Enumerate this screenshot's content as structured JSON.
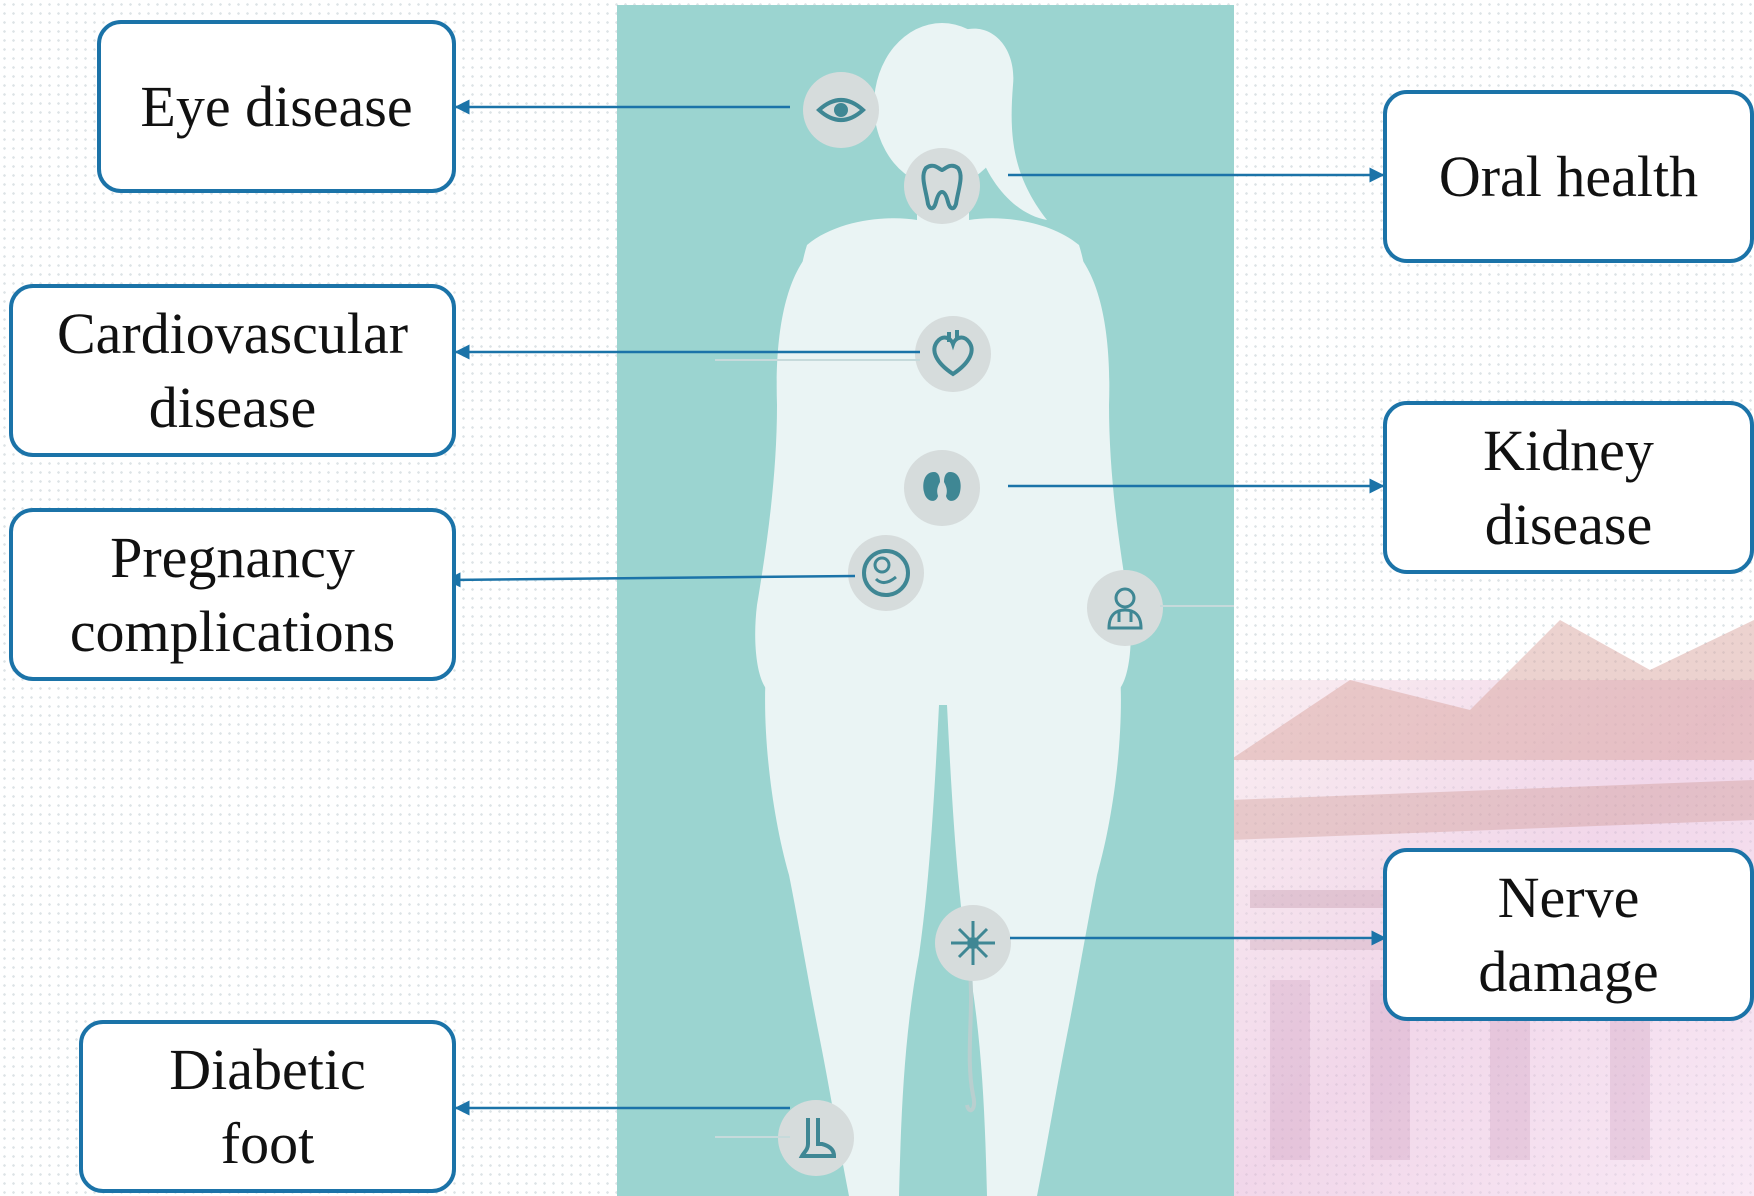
{
  "labels": {
    "eye": "Eye disease",
    "oral": "Oral health",
    "cardio": [
      "Cardiovascular",
      "disease"
    ],
    "kidney": [
      "Kidney",
      "disease"
    ],
    "pregnancy": [
      "Pregnancy",
      "complications"
    ],
    "nerve": [
      "Nerve",
      "damage"
    ],
    "foot": [
      "Diabetic",
      "foot"
    ]
  },
  "icons": [
    "eye-icon",
    "tooth-icon",
    "heart-icon",
    "kidney-icon",
    "fetus-icon",
    "doctor-icon",
    "nerve-cell-icon",
    "foot-icon"
  ],
  "colors": {
    "box_border": "#1b73a8",
    "arrow": "#1b73a8",
    "panel": "#9bd4d0",
    "silhouette": "#eaf4f4",
    "icon_circle": "#d6dcdc",
    "icon_stroke": "#3f8794"
  }
}
